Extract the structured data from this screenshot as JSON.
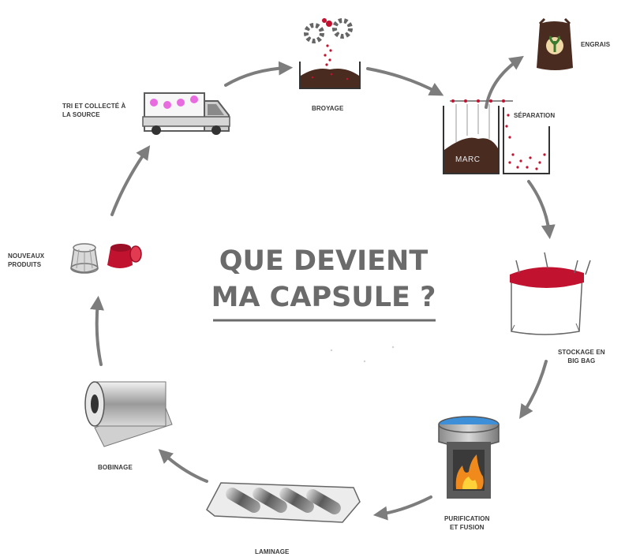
{
  "title": {
    "line1": "QUE DEVIENT",
    "line2": "MA CAPSULE ?"
  },
  "steps": {
    "tri": {
      "line1": "TRI ET COLLECTÉ À",
      "line2": "LA SOURCE"
    },
    "broyage": {
      "line1": "BROYAGE"
    },
    "engrais": {
      "line1": "ENGRAIS"
    },
    "separation": {
      "line1": "SÉPARATION"
    },
    "marc": {
      "line1": "MARC"
    },
    "stockage": {
      "line1": "STOCKAGE EN",
      "line2": "BIG BAG"
    },
    "purification": {
      "line1": "PURIFICATION",
      "line2": "ET FUSION"
    },
    "laminage": {
      "line1": "LAMINAGE"
    },
    "bobinage": {
      "line1": "BOBINAGE"
    },
    "nouveaux": {
      "line1": "NOUVEAUX",
      "line2": "PRODUITS"
    }
  },
  "colors": {
    "arrow": "#7d7d7d",
    "title": "#6b6b6b",
    "coffee": "#4a2b20",
    "capsule_red": "#c1122f",
    "capsule_pink": "#e86be0",
    "water_blue": "#3d8fd8",
    "flame_orange": "#f08a1c"
  },
  "icons": [
    "truck-icon",
    "grinder-icon",
    "gear-icon",
    "fertilizer-bag-icon",
    "separation-tanks-icon",
    "big-bag-icon",
    "furnace-icon",
    "rolling-mill-icon",
    "aluminium-roll-icon",
    "capsule-icon"
  ]
}
